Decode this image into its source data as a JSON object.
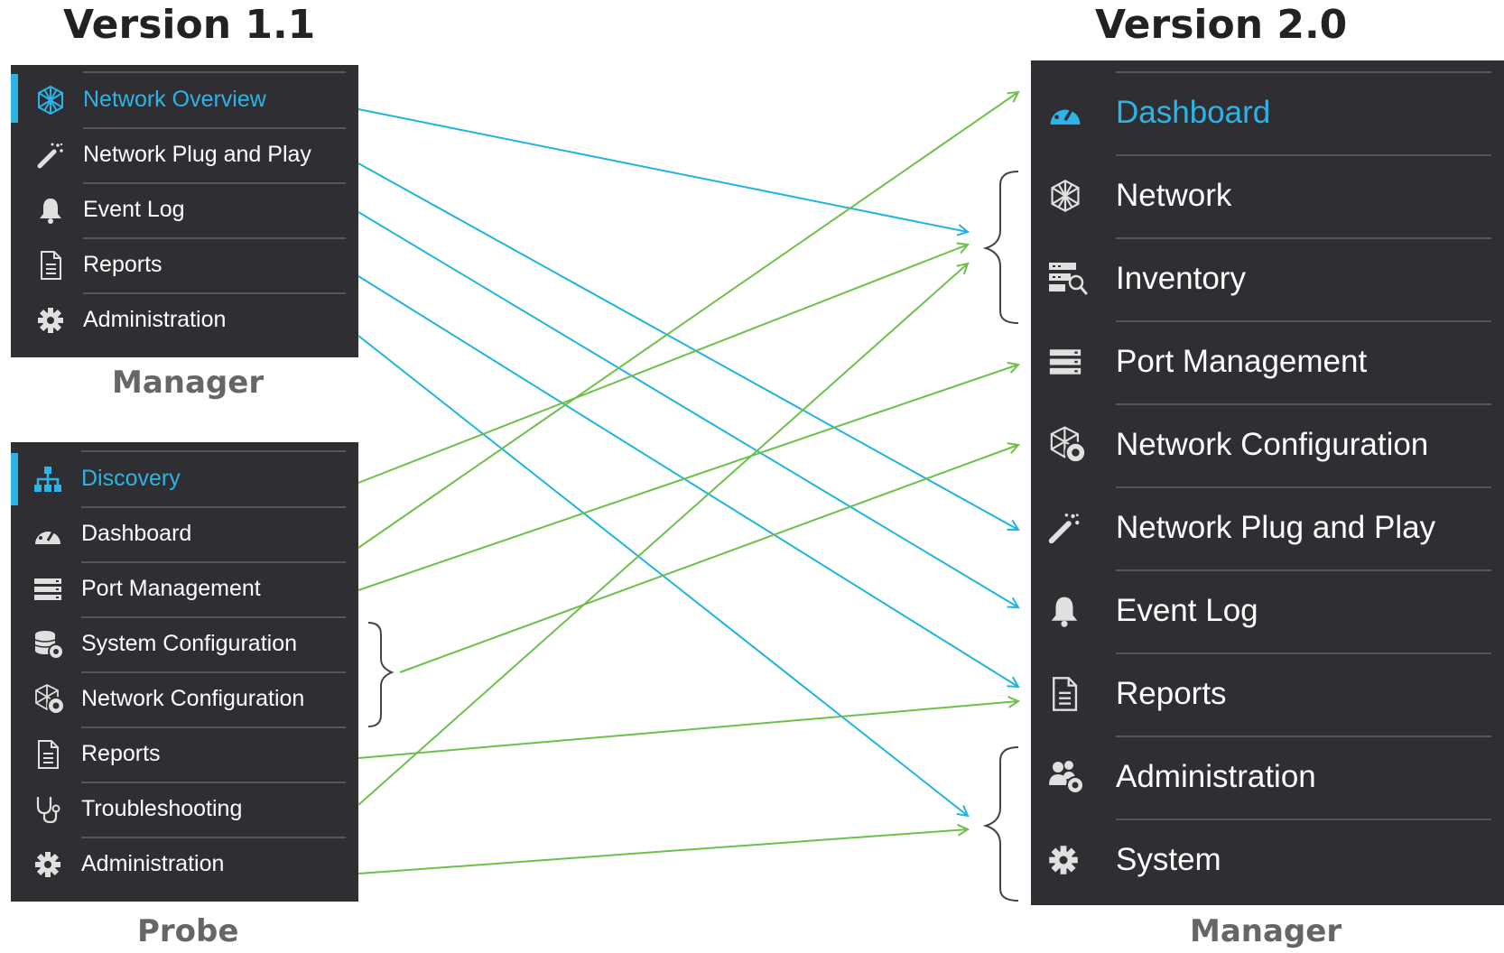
{
  "colors": {
    "panel_bg": "#2f2f33",
    "active": "#2eb3e6",
    "manager_arrow": "#1fb4e3",
    "probe_arrow": "#6cc04a",
    "caption": "#666666"
  },
  "left_heading": "Version 1.1",
  "right_heading": "Version 2.0",
  "manager_v1": {
    "caption": "Manager",
    "items": [
      {
        "label": "Network Overview",
        "icon": "network-overview-icon",
        "active": true
      },
      {
        "label": "Network Plug and Play",
        "icon": "magic-wand-icon"
      },
      {
        "label": "Event Log",
        "icon": "bell-icon"
      },
      {
        "label": "Reports",
        "icon": "document-icon"
      },
      {
        "label": "Administration",
        "icon": "gear-icon"
      }
    ]
  },
  "probe_v1": {
    "caption": "Probe",
    "items": [
      {
        "label": "Discovery",
        "icon": "hierarchy-icon",
        "active": true
      },
      {
        "label": "Dashboard",
        "icon": "dashboard-gauge-icon"
      },
      {
        "label": "Port Management",
        "icon": "port-rack-icon"
      },
      {
        "label": "System Configuration",
        "icon": "database-gear-icon"
      },
      {
        "label": "Network Configuration",
        "icon": "network-gear-icon"
      },
      {
        "label": "Reports",
        "icon": "document-icon"
      },
      {
        "label": "Troubleshooting",
        "icon": "stethoscope-icon"
      },
      {
        "label": "Administration",
        "icon": "gear-icon"
      }
    ]
  },
  "manager_v2": {
    "caption": "Manager",
    "items": [
      {
        "label": "Dashboard",
        "icon": "dashboard-gauge-icon",
        "active": true
      },
      {
        "label": "Network",
        "icon": "network-overview-icon"
      },
      {
        "label": "Inventory",
        "icon": "inventory-search-icon"
      },
      {
        "label": "Port Management",
        "icon": "port-rack-icon"
      },
      {
        "label": "Network Configuration",
        "icon": "network-gear-icon"
      },
      {
        "label": "Network Plug and Play",
        "icon": "magic-wand-icon"
      },
      {
        "label": "Event Log",
        "icon": "bell-icon"
      },
      {
        "label": "Reports",
        "icon": "document-icon"
      },
      {
        "label": "Administration",
        "icon": "users-gear-icon"
      },
      {
        "label": "System",
        "icon": "gear-icon"
      }
    ]
  },
  "mappings": [
    {
      "from": "Manager: Network Overview",
      "to": "Network / Inventory",
      "group": "manager"
    },
    {
      "from": "Manager: Network Plug and Play",
      "to": "Network Plug and Play",
      "group": "manager"
    },
    {
      "from": "Manager: Event Log",
      "to": "Event Log",
      "group": "manager"
    },
    {
      "from": "Manager: Reports",
      "to": "Reports",
      "group": "manager"
    },
    {
      "from": "Manager: Administration",
      "to": "Administration / System",
      "group": "manager"
    },
    {
      "from": "Probe: Discovery",
      "to": "Network / Inventory",
      "group": "probe"
    },
    {
      "from": "Probe: Dashboard",
      "to": "Dashboard",
      "group": "probe"
    },
    {
      "from": "Probe: Port Management",
      "to": "Port Management",
      "group": "probe"
    },
    {
      "from": "Probe: System Configuration / Network Configuration",
      "to": "Network Configuration",
      "group": "probe"
    },
    {
      "from": "Probe: Reports",
      "to": "Reports",
      "group": "probe"
    },
    {
      "from": "Probe: Troubleshooting",
      "to": "Network / Inventory",
      "group": "probe"
    },
    {
      "from": "Probe: Administration",
      "to": "Administration / System",
      "group": "probe"
    }
  ]
}
